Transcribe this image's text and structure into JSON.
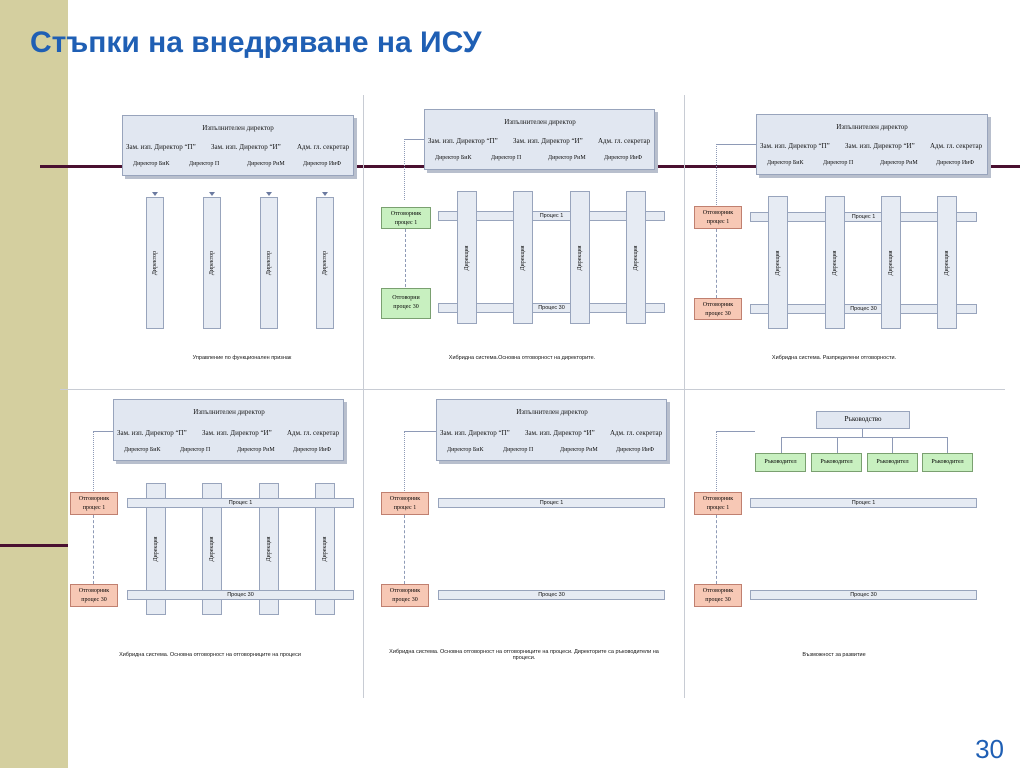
{
  "slide": {
    "title": "Стъпки на внедряване на ИСУ",
    "page_number": "30"
  },
  "org": {
    "exec": "Изпълнителен директор",
    "dep1": "Зам. изп. Директор “П”",
    "dep2": "Зам. изп. Директор “И”",
    "adm": "Адм. гл. секретар",
    "d1": "Директор БиК",
    "d2": "Директор П",
    "d3": "Директор РиМ",
    "d4": "Директор ИиФ"
  },
  "labels": {
    "director": "Директор",
    "directorate": "Дирекция",
    "process1": "Процес 1",
    "process30": "Процес 30",
    "owner1_a": "Отговорник",
    "owner1_b": "процес 1",
    "owner30_a": "Отговорник",
    "owner30_b": "процес 30",
    "owner30_alt": "Отговорни",
    "leadership": "Ръководство",
    "manager": "Ръководител"
  },
  "captions": {
    "p1": "Управление по функционален признак",
    "p2": "Хибридна система.Основна отговорност на директорите.",
    "p3": "Хибридна система. Разпределени отговорности.",
    "p4": "Хибридна система. Основна отговорност на  отговорниците на  процеси",
    "p5a": "Хибридна система. Основна отговорност на отговорниците на процеси. Директорите са ръководители на",
    "p5b": "процеси.",
    "p6": "Възможност за развитие"
  },
  "colors": {
    "title": "#1f5fb4",
    "sidebar": "#d4cf9f",
    "rule": "#4a1030",
    "box_fill": "#e1e7f1",
    "owner_green": "#c8f0c0",
    "owner_red": "#f7c8b5"
  }
}
